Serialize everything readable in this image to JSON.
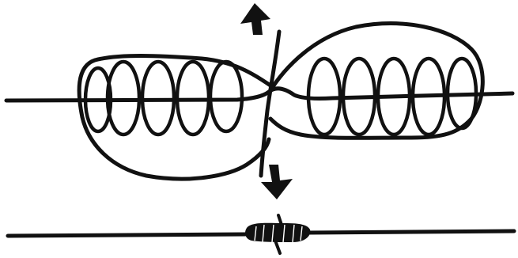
{
  "figure": {
    "ink_color": "#111111",
    "background_color": "#ffffff",
    "top_panel": {
      "left_turn_count": 5,
      "right_turn_count": 5,
      "arrows": [
        "pull-up-arrow",
        "pull-down-arrow"
      ]
    },
    "bottom_panel": {
      "state": "knot-tightened"
    }
  }
}
